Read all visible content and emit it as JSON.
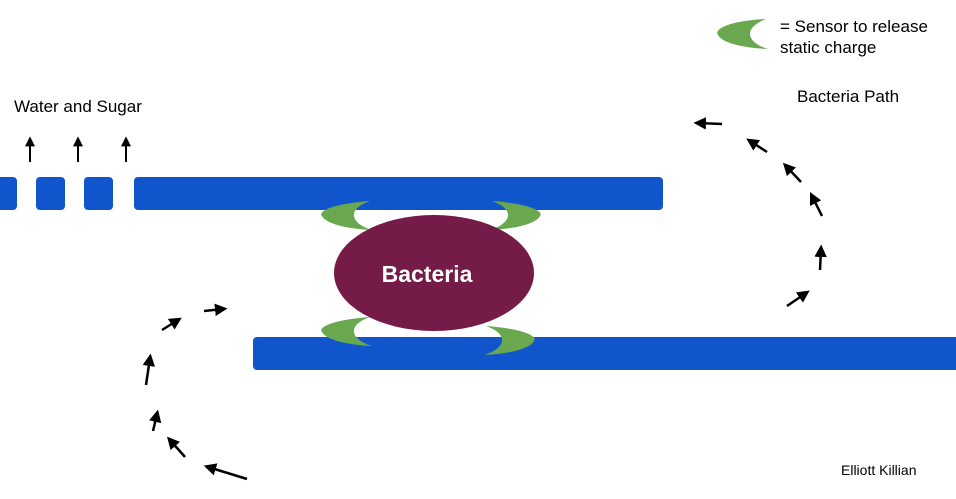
{
  "labels": {
    "water_and_sugar": "Water and Sugar",
    "sensor_legend": "= Sensor to release static charge",
    "bacteria_path": "Bacteria Path",
    "bacteria": "Bacteria",
    "author": "Elliott Killian"
  },
  "colors": {
    "membrane": "#1155cc",
    "bacteria": "#741b47",
    "sensor": "#6aa84f",
    "arrow": "#000000"
  },
  "icons": {
    "sensor": "green-crescent-icon",
    "arrow": "black-arrow-icon"
  }
}
